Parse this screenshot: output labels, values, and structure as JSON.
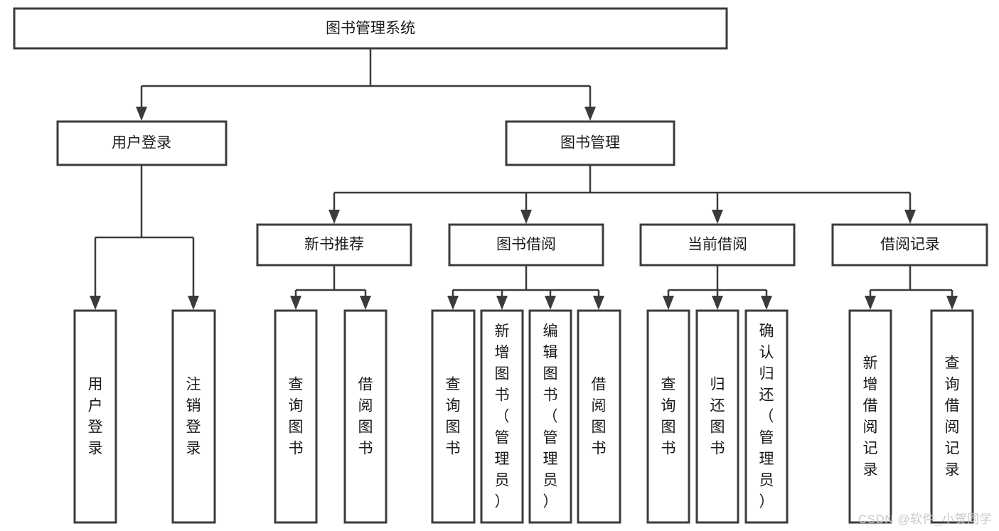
{
  "diagram": {
    "type": "tree-hierarchy",
    "title": "图书管理系统",
    "colors": {
      "box_stroke": "#3b3b3b",
      "box_fill": "#ffffff",
      "text": "#1a1a1a",
      "connector": "#3b3b3b",
      "watermark": "#c9c9c9"
    },
    "root": {
      "label": "图书管理系统"
    },
    "level2": [
      {
        "label": "用户登录"
      },
      {
        "label": "图书管理"
      }
    ],
    "level3": [
      {
        "label": "新书推荐"
      },
      {
        "label": "图书借阅"
      },
      {
        "label": "当前借阅"
      },
      {
        "label": "借阅记录"
      }
    ],
    "leaves": {
      "user_login": [
        {
          "label": "用户登录"
        },
        {
          "label": "注销登录"
        }
      ],
      "new_book_recommend": [
        {
          "label": "查询图书"
        },
        {
          "label": "借阅图书"
        }
      ],
      "book_borrow": [
        {
          "label": "查询图书"
        },
        {
          "label": "新增图书（管理员）"
        },
        {
          "label": "编辑图书（管理员）"
        },
        {
          "label": "借阅图书"
        }
      ],
      "current_borrow": [
        {
          "label": "查询图书"
        },
        {
          "label": "归还图书"
        },
        {
          "label": "确认归还（管理员）"
        }
      ],
      "borrow_record": [
        {
          "label": "新增借阅记录"
        },
        {
          "label": "查询借阅记录"
        }
      ]
    }
  },
  "watermark": {
    "text": "CSDN @软件_小贺同学"
  }
}
